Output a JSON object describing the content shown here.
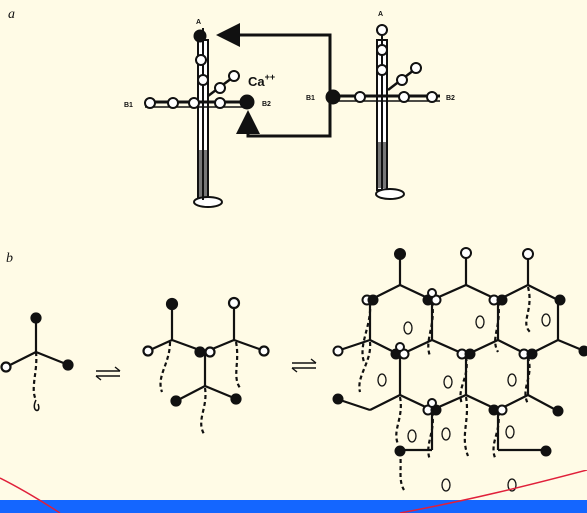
{
  "panels": {
    "a": {
      "letter": "a",
      "left_molecule": {
        "top_label": "A",
        "left_label": "B1",
        "right_label": "B2"
      },
      "right_molecule": {
        "top_label": "A",
        "left_label": "B1",
        "right_label": "B2"
      },
      "ion_label": "Ca",
      "ion_charge": "++"
    },
    "b": {
      "letter": "b"
    }
  },
  "colors": {
    "paper": "#fffbe6",
    "frame": "#0a1a8c",
    "bottom_bar": "#1466ff",
    "ink": "#111111",
    "accent_curve": "#e0203a"
  }
}
